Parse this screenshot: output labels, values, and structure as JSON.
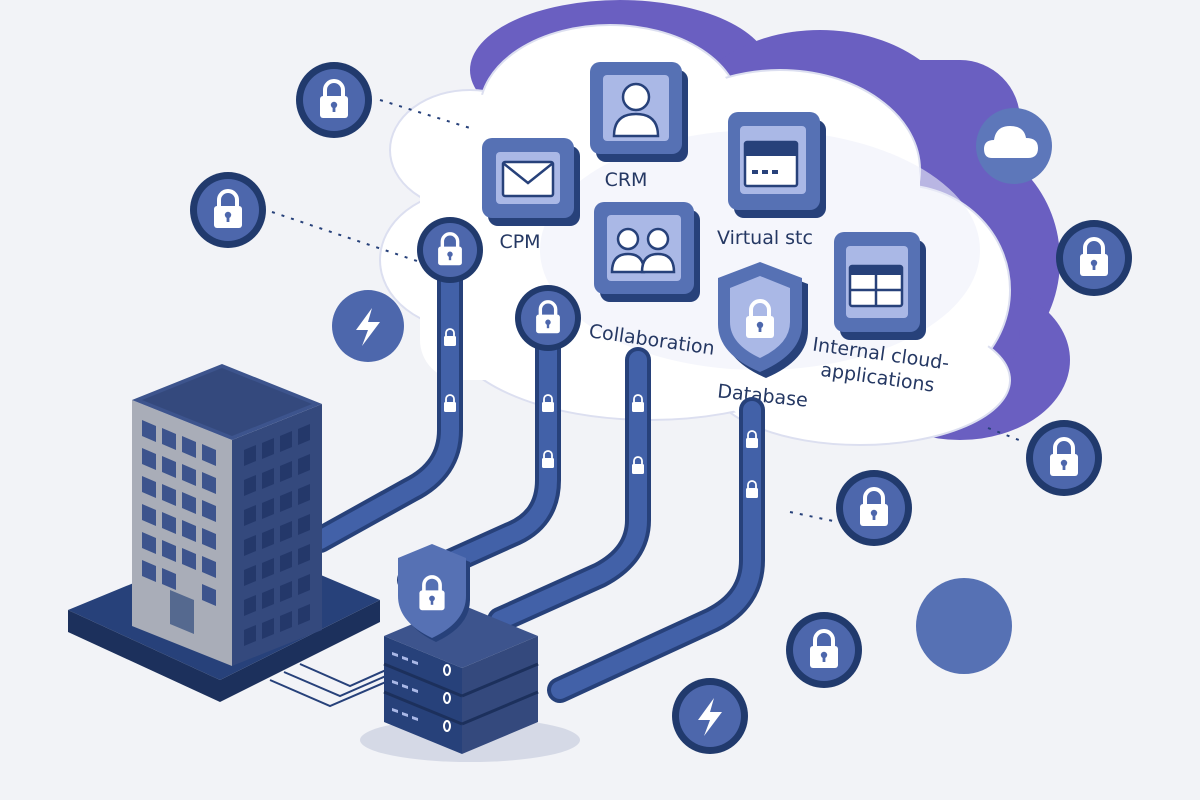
{
  "colors": {
    "background": "#f2f3f7",
    "cloud_fill": "#ffffff",
    "cloud_shade": "#6a5fc1",
    "tile_blue": "#5671b4",
    "tile_light": "#aab8e6",
    "pipe_blue": "#4261a8",
    "navy": "#27417a",
    "lock_circle": "#4d67ac",
    "lock_ring": "#213a6d",
    "building_grey": "#a9adb8",
    "building_dark": "#34497d",
    "label_text": "#253863"
  },
  "cloud_services": [
    {
      "name": "CPM",
      "icon": "envelope-icon"
    },
    {
      "name": "CRM",
      "icon": "user-icon"
    },
    {
      "name": "Virtual stc",
      "icon": "server-window-icon"
    },
    {
      "name": "Collaboration",
      "icon": "users-icon"
    },
    {
      "name": "Database",
      "icon": "shield-lock-icon"
    },
    {
      "name": "Internal cloud-",
      "icon": "grid-window-icon"
    },
    {
      "name": "applications",
      "icon": ""
    }
  ],
  "nodes": {
    "building": "office-building-icon",
    "server": "server-rack-icon",
    "server_badge": "shield-lock-icon"
  },
  "floating_icons": [
    "lock-icon",
    "lock-icon",
    "lightning-icon",
    "lock-icon",
    "lock-icon",
    "lock-icon",
    "lock-icon",
    "lightning-icon",
    "cloud-icon",
    "dot"
  ]
}
